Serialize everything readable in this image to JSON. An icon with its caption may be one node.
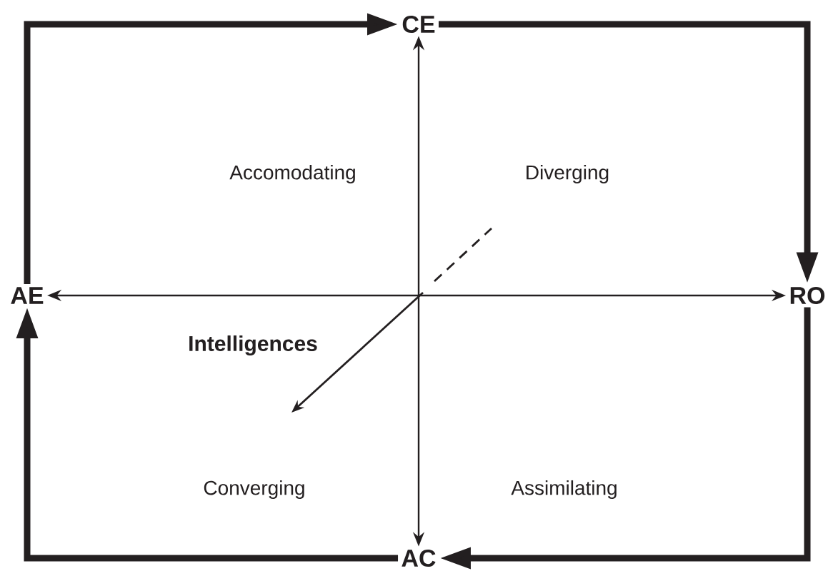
{
  "diagram": {
    "nodes": [
      {
        "text": [
          "CE"
        ]
      },
      {
        "text": [
          "RO"
        ]
      },
      {
        "text": [
          "AC"
        ]
      },
      {
        "text": [
          "AE"
        ]
      }
    ],
    "edges": [
      {
        "from": 0,
        "to": 1,
        "arrow": "to"
      },
      {
        "from": 1,
        "to": 2,
        "arrow": "to"
      },
      {
        "from": 2,
        "to": 3,
        "arrow": "to"
      },
      {
        "from": 3,
        "to": 0,
        "arrow": "to"
      },
      {
        "from": 3,
        "to": 1,
        "arrow": "both"
      },
      {
        "from": 0,
        "to": 2,
        "arrow": "both"
      }
    ],
    "labels": [
      "Accomodating",
      "Diverging",
      "Intelligences",
      "Converging",
      "Assimilating"
    ]
  }
}
